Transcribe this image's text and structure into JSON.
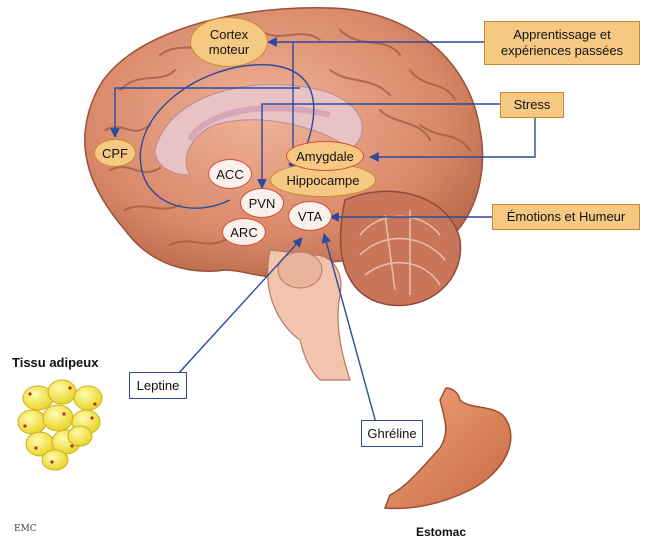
{
  "nodes": {
    "cortex_moteur": "Cortex\nmoteur",
    "cpf": "CPF",
    "acc": "ACC",
    "amygdale": "Amygdale",
    "hippocampe": "Hippocampe",
    "pvn": "PVN",
    "vta": "VTA",
    "arc": "ARC"
  },
  "boxes": {
    "apprentissage": "Apprentissage et\nexpériences passées",
    "stress": "Stress",
    "emotions": "Émotions et Humeur",
    "leptine": "Leptine",
    "ghreline": "Ghréline"
  },
  "labels": {
    "tissu_adipeux": "Tissu adipeux",
    "estomac": "Estomac",
    "logo": "EMC"
  },
  "colors": {
    "arrow": "#2c4a9c",
    "brain": "#d98a6a",
    "node_fill": "#f6c983",
    "node_border_red": "#d4503a",
    "fat": "#f1e23a",
    "stomach": "#e0895f"
  }
}
